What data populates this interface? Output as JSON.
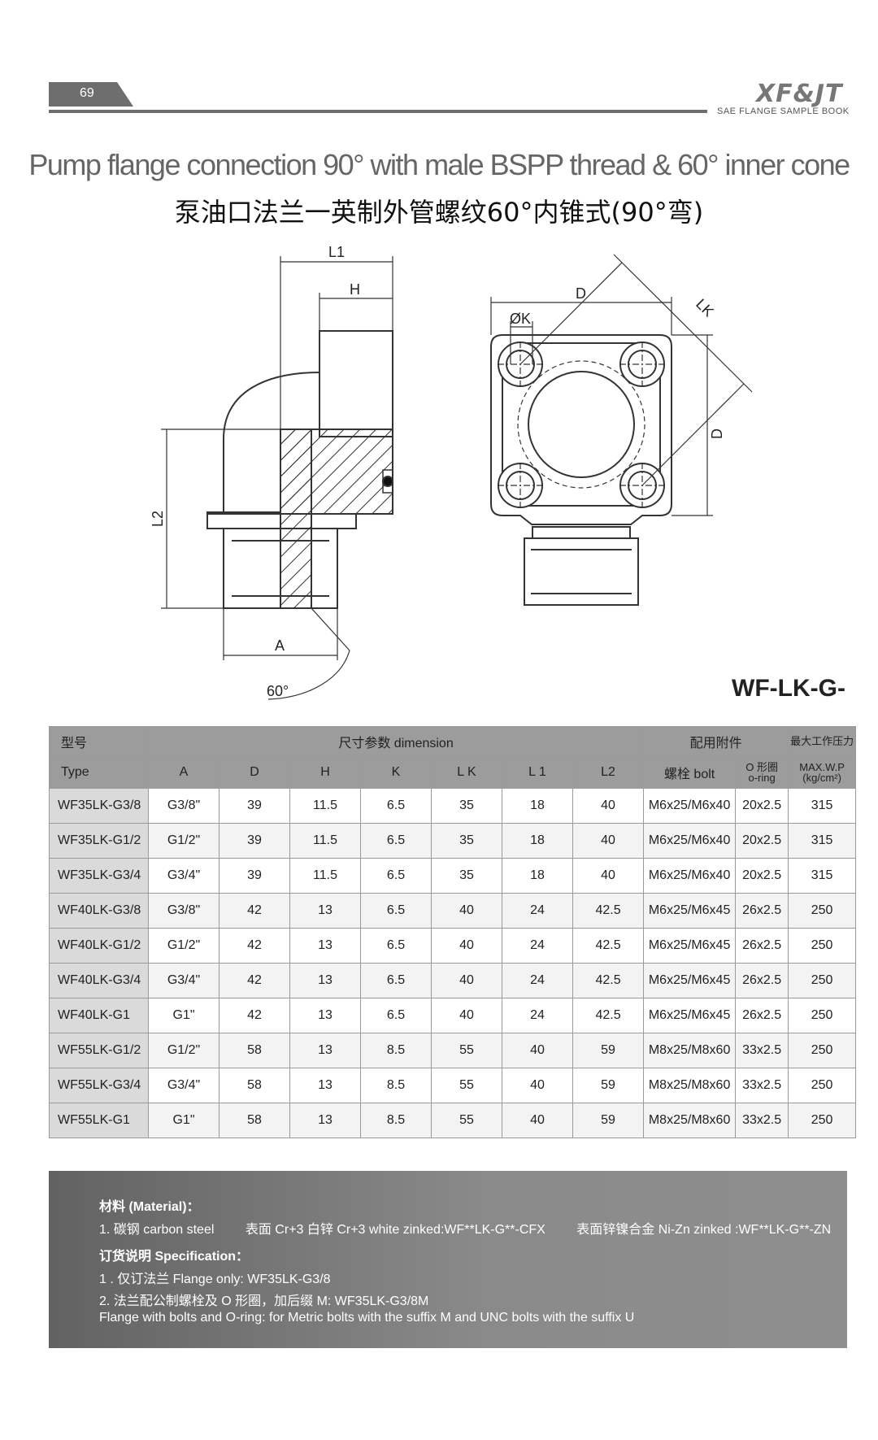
{
  "header": {
    "page_number": "69",
    "brand": "XF&JT",
    "brand_sub": "SAE FLANGE SAMPLE BOOK"
  },
  "title": {
    "en": "Pump flange connection 90° with male BSPP thread & 60° inner cone",
    "cn": "泵油口法兰一英制外管螺纹60°内锥式(90°弯)"
  },
  "drawing_labels": {
    "l1": "L1",
    "h": "H",
    "l2": "L2",
    "a": "A",
    "angle": "60°",
    "d_top": "D",
    "d_side": "D",
    "k": "ØK",
    "lk": "LK"
  },
  "model_code": "WF-LK-G-",
  "table": {
    "group_headers": {
      "type_cn": "型号",
      "dimension": "尺寸参数 dimension",
      "accessory": "配用附件",
      "maxwp_cn": "最大工作压力"
    },
    "columns": {
      "type": "Type",
      "a": "A",
      "d": "D",
      "h": "H",
      "k": "K",
      "lk": "L K",
      "l1": "L 1",
      "l2": "L2",
      "bolt": "螺栓 bolt",
      "oring_1": "O 形圈",
      "oring_2": "o-ring",
      "maxwp_1": "MAX.W.P",
      "maxwp_2": "(kg/cm²)"
    },
    "rows": [
      {
        "type": "WF35LK-G3/8",
        "a": "G3/8\"",
        "d": "39",
        "h": "11.5",
        "k": "6.5",
        "lk": "35",
        "l1": "18",
        "l2": "40",
        "bolt": "M6x25/M6x40",
        "oring": "20x2.5",
        "wp": "315"
      },
      {
        "type": "WF35LK-G1/2",
        "a": "G1/2\"",
        "d": "39",
        "h": "11.5",
        "k": "6.5",
        "lk": "35",
        "l1": "18",
        "l2": "40",
        "bolt": "M6x25/M6x40",
        "oring": "20x2.5",
        "wp": "315"
      },
      {
        "type": "WF35LK-G3/4",
        "a": "G3/4\"",
        "d": "39",
        "h": "11.5",
        "k": "6.5",
        "lk": "35",
        "l1": "18",
        "l2": "40",
        "bolt": "M6x25/M6x40",
        "oring": "20x2.5",
        "wp": "315"
      },
      {
        "type": "WF40LK-G3/8",
        "a": "G3/8\"",
        "d": "42",
        "h": "13",
        "k": "6.5",
        "lk": "40",
        "l1": "24",
        "l2": "42.5",
        "bolt": "M6x25/M6x45",
        "oring": "26x2.5",
        "wp": "250"
      },
      {
        "type": "WF40LK-G1/2",
        "a": "G1/2\"",
        "d": "42",
        "h": "13",
        "k": "6.5",
        "lk": "40",
        "l1": "24",
        "l2": "42.5",
        "bolt": "M6x25/M6x45",
        "oring": "26x2.5",
        "wp": "250"
      },
      {
        "type": "WF40LK-G3/4",
        "a": "G3/4\"",
        "d": "42",
        "h": "13",
        "k": "6.5",
        "lk": "40",
        "l1": "24",
        "l2": "42.5",
        "bolt": "M6x25/M6x45",
        "oring": "26x2.5",
        "wp": "250"
      },
      {
        "type": "WF40LK-G1",
        "a": "G1\"",
        "d": "42",
        "h": "13",
        "k": "6.5",
        "lk": "40",
        "l1": "24",
        "l2": "42.5",
        "bolt": "M6x25/M6x45",
        "oring": "26x2.5",
        "wp": "250"
      },
      {
        "type": "WF55LK-G1/2",
        "a": "G1/2\"",
        "d": "58",
        "h": "13",
        "k": "8.5",
        "lk": "55",
        "l1": "40",
        "l2": "59",
        "bolt": "M8x25/M8x60",
        "oring": "33x2.5",
        "wp": "250"
      },
      {
        "type": "WF55LK-G3/4",
        "a": "G3/4\"",
        "d": "58",
        "h": "13",
        "k": "8.5",
        "lk": "55",
        "l1": "40",
        "l2": "59",
        "bolt": "M8x25/M8x60",
        "oring": "33x2.5",
        "wp": "250"
      },
      {
        "type": "WF55LK-G1",
        "a": "G1\"",
        "d": "58",
        "h": "13",
        "k": "8.5",
        "lk": "55",
        "l1": "40",
        "l2": "59",
        "bolt": "M8x25/M8x60",
        "oring": "33x2.5",
        "wp": "250"
      }
    ]
  },
  "notes": {
    "material_title": "材料 (Material)：",
    "material_1": "1. 碳钢   carbon steel",
    "material_2": "表面 Cr+3 白锌  Cr+3 white zinked:WF**LK-G**-CFX",
    "material_3": "表面锌镍合金 Ni-Zn zinked :WF**LK-G**-ZN",
    "spec_title": "订货说明 Specification：",
    "spec_1": "1 . 仅订法兰 Flange only: WF35LK-G3/8",
    "spec_2": "2. 法兰配公制螺栓及 O 形圈，加后缀 M: WF35LK-G3/8M",
    "spec_3": "Flange with bolts and O-ring: for Metric bolts with the suffix M and UNC bolts with the suffix U"
  }
}
